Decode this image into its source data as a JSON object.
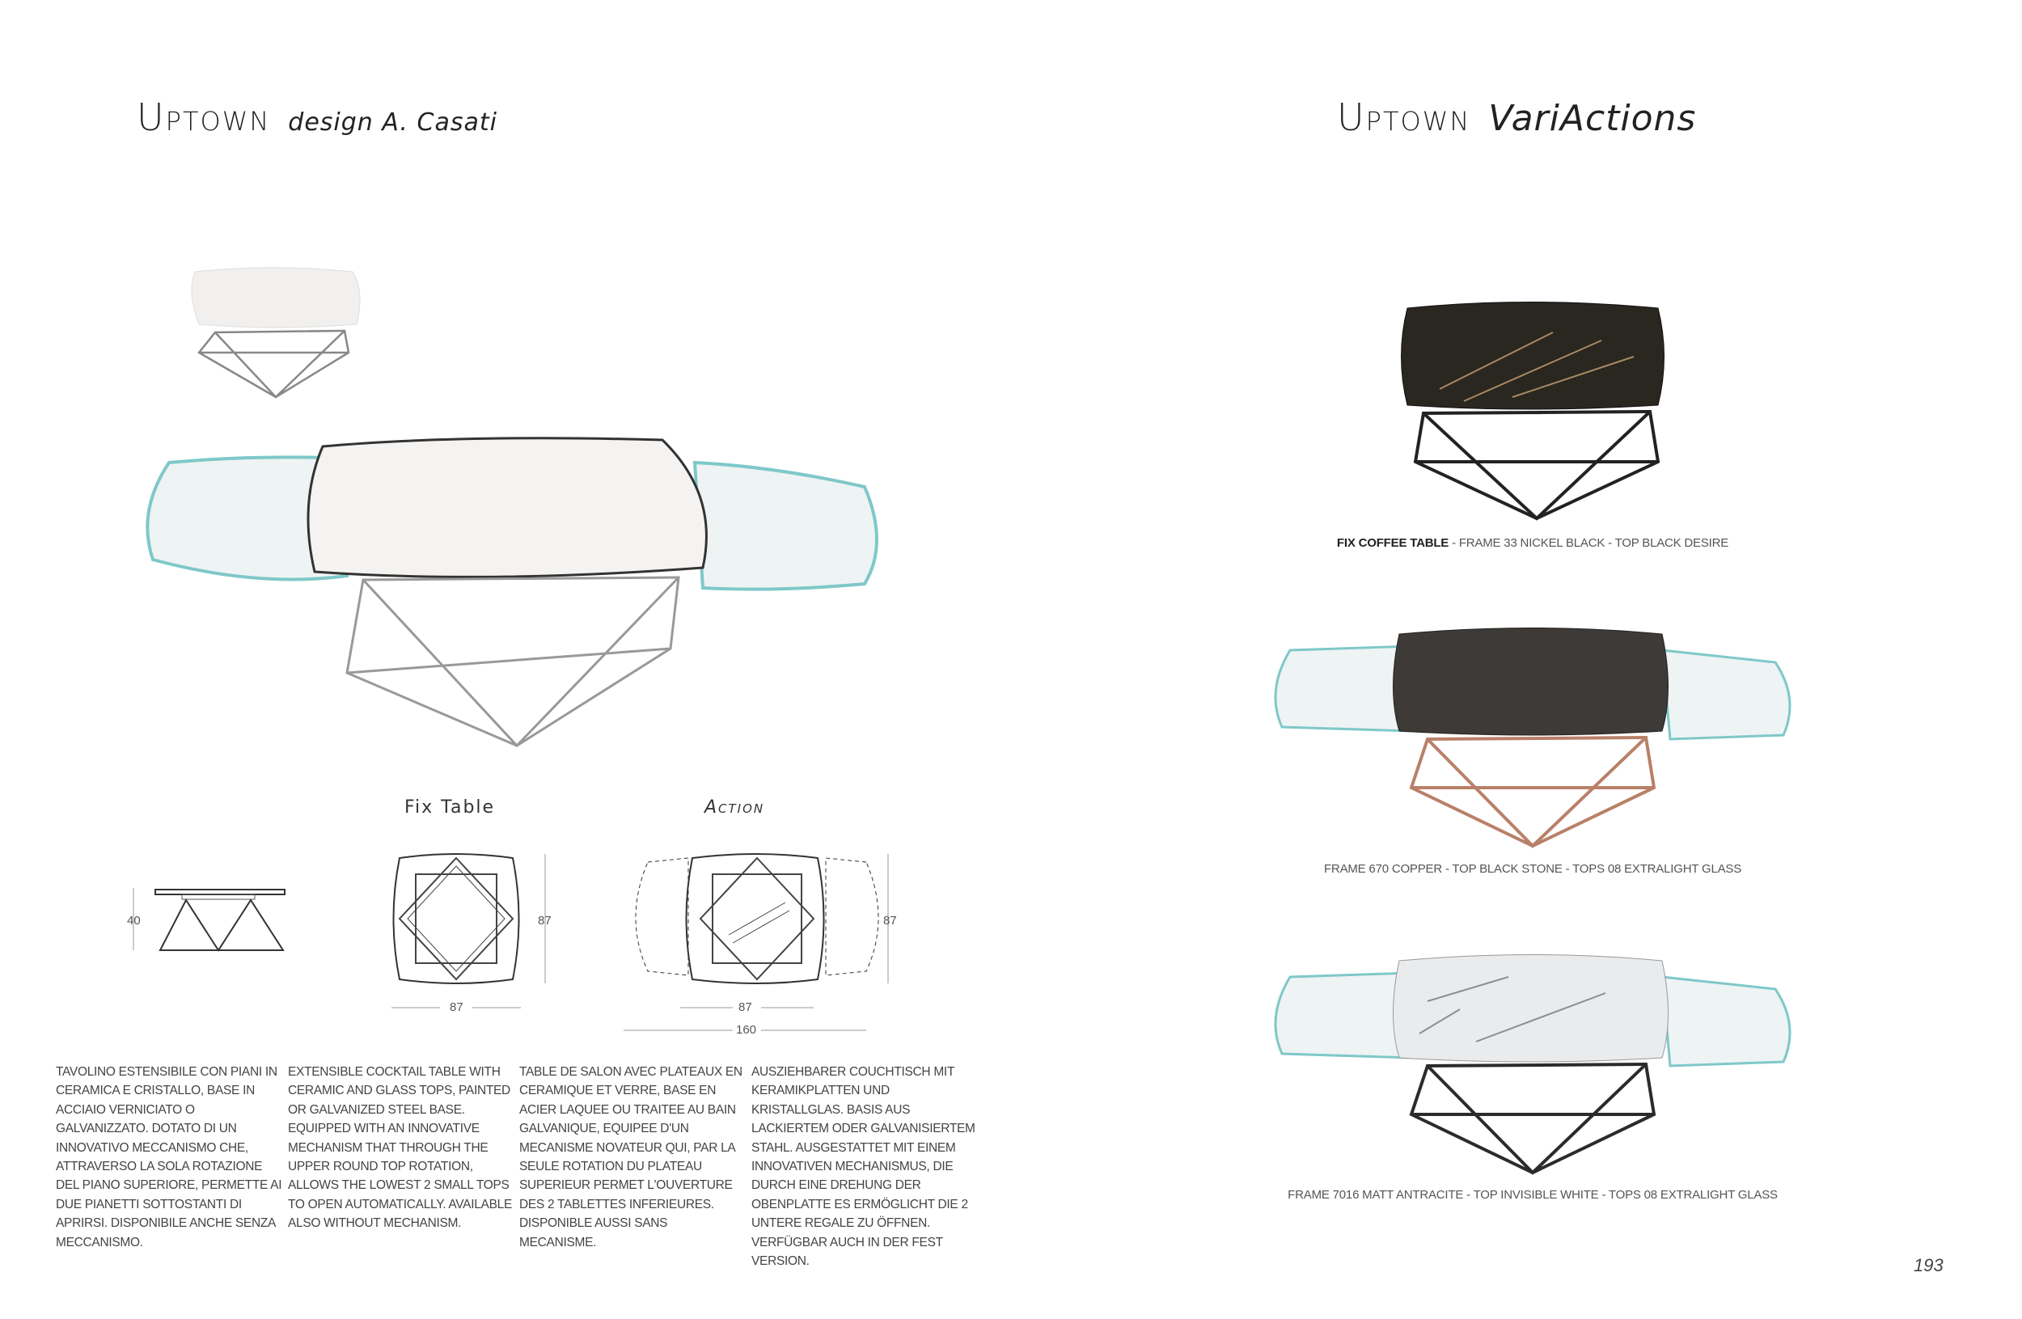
{
  "left": {
    "title": "Uptown",
    "subtitle": "design  A. Casati",
    "fix_label": "Fix Table",
    "action_label": "Action",
    "dimensions": {
      "height": "40",
      "depth_fix": "87",
      "width_fix": "87",
      "depth_action": "87",
      "width_action_closed": "87",
      "width_action_open": "160"
    },
    "descriptions": [
      "Tavolino estensibile con piani in ceramica e cristallo, base in acciaio verniciato o galvanizzato. Dotato di un innovativo meccanismo che, attraverso la sola rotazione del piano superiore, permette ai due pianetti sottostanti di aprirsi. Disponibile anche senza meccanismo.",
      "Extensible cocktail table with ceramic and glass tops, painted or galvanized steel base. Equipped with an innovative mechanism that through the upper round top rotation, allows the lowest 2 small tops to open automatically. Available also without mechanism.",
      "Table de salon avec plateaux en ceramique et verre, base en acier laquee ou traitee au bain galvanique, equipee d'un mecanisme novateur qui, par la seule rotation du plateau superieur permet l'ouverture des 2 tablettes inferieures. Disponible aussi sans mecanisme.",
      "Ausziehbarer Couchtisch mit Keramikplatten und Kristallglas. Basis aus lackiertem oder galvanisiertem Stahl. Ausgestattet mit einem innovativen Mechanismus, die durch eine Drehung der Obenplatte es ermöglicht die 2 untere Regale zu öffnen. Verfügbar auch in der fest Version."
    ]
  },
  "right": {
    "title": "Uptown",
    "subtitle": "VariActions",
    "variants": [
      {
        "bold": "FIX COFFEE TABLE",
        "caption": " - FRAME 33 NICKEL BLACK - TOP BLACK DESIRE",
        "top_color": "#2a2620",
        "frame_color": "#222222"
      },
      {
        "bold": "",
        "caption": "FRAME 670 COPPER - TOP BLACK STONE - TOPS 08 EXTRALIGHT GLASS",
        "top_color": "#3d3a37",
        "frame_color": "#b98068"
      },
      {
        "bold": "",
        "caption": "FRAME 7016 MATT ANTRACITE - TOP INVISIBLE WHITE - TOPS 08 EXTRALIGHT GLASS",
        "top_color": "#e9ebec",
        "frame_color": "#2b2b2b"
      }
    ]
  },
  "page_number": "193"
}
